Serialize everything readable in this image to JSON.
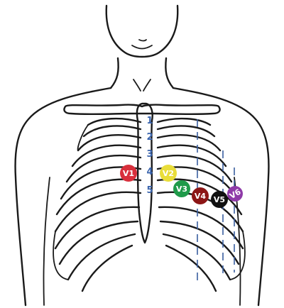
{
  "intercostal_numbers": [
    "1",
    "2",
    "3",
    "4",
    "5"
  ],
  "leads": [
    {
      "label": "V1",
      "color": "#d8303c"
    },
    {
      "label": "V2",
      "color": "#e9dd3a"
    },
    {
      "label": "V3",
      "color": "#1f9a4a"
    },
    {
      "label": "V4",
      "color": "#8c1616"
    },
    {
      "label": "V5",
      "color": "#111111"
    },
    {
      "label": "V6",
      "color": "#8e3aa8"
    }
  ],
  "colors": {
    "ink": "#1a1a1a",
    "guide_line": "#3a5fa0",
    "number_text": "#3a64ad"
  }
}
